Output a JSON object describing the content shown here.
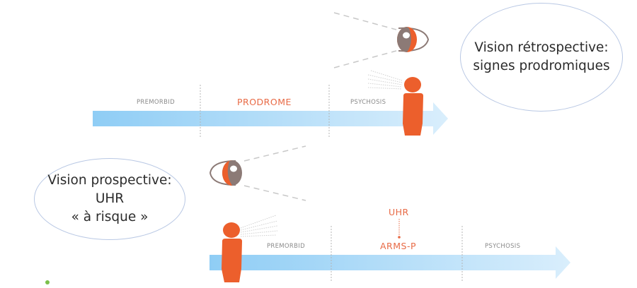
{
  "colors": {
    "accent_orange": "#ec5f2c",
    "arrow_blue_start": "#8fcdf5",
    "arrow_blue_end": "#d9eefc",
    "eye_iris_gray": "#8c7a76",
    "bubble_border": "#b9c8e4",
    "label_gray": "#8a8a8a",
    "label_orange": "#e86a45"
  },
  "retrospective": {
    "bubble_lines": [
      "Vision rétrospective:",
      "signes prodromiques"
    ],
    "timeline": {
      "phases": [
        "PREMORBID",
        "PRODROME",
        "PSYCHOSIS"
      ],
      "highlighted_phase": "PRODROME"
    },
    "icons": [
      "eye-icon",
      "person-icon"
    ]
  },
  "prospective": {
    "bubble_lines": [
      "Vision prospective:",
      "UHR",
      "«  à risque »"
    ],
    "timeline": {
      "phases": [
        "PREMORBID",
        "ARMS-P",
        "PSYCHOSIS"
      ],
      "highlighted_phase": "ARMS-P",
      "annotation": "UHR"
    },
    "icons": [
      "eye-icon",
      "person-icon"
    ]
  }
}
